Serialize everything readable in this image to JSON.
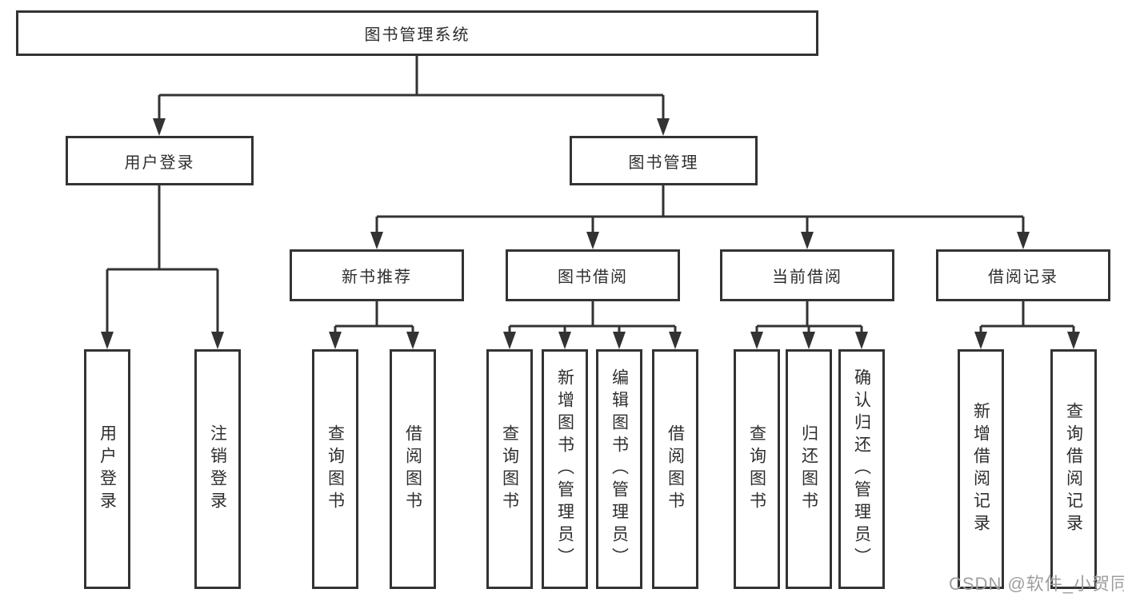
{
  "diagram": {
    "title": "图书管理系统",
    "nodes": {
      "root": "图书管理系统",
      "user_login": "用户登录",
      "book_mgmt": "图书管理",
      "new_book_rec": "新书推荐",
      "book_borrow": "图书借阅",
      "current_borrow": "当前借阅",
      "borrow_record": "借阅记录",
      "leaf_user_login": "用户登录",
      "leaf_logout": "注销登录",
      "leaf_nb_query": "查询图书",
      "leaf_nb_borrow": "借阅图书",
      "leaf_bb_query": "查询图书",
      "leaf_bb_add": "新增图书（管理员）",
      "leaf_bb_edit": "编辑图书（管理员）",
      "leaf_bb_borrow": "借阅图书",
      "leaf_cb_query": "查询图书",
      "leaf_cb_return": "归还图书",
      "leaf_cb_confirm": "确认归还（管理员）",
      "leaf_br_add": "新增借阅记录",
      "leaf_br_query": "查询借阅记录"
    },
    "colors": {
      "line": "#333333",
      "text": "#2e2e2e",
      "background": "#ffffff",
      "watermark": "#9e9e9e"
    }
  },
  "watermark": "CSDN @软件_小贺同学"
}
